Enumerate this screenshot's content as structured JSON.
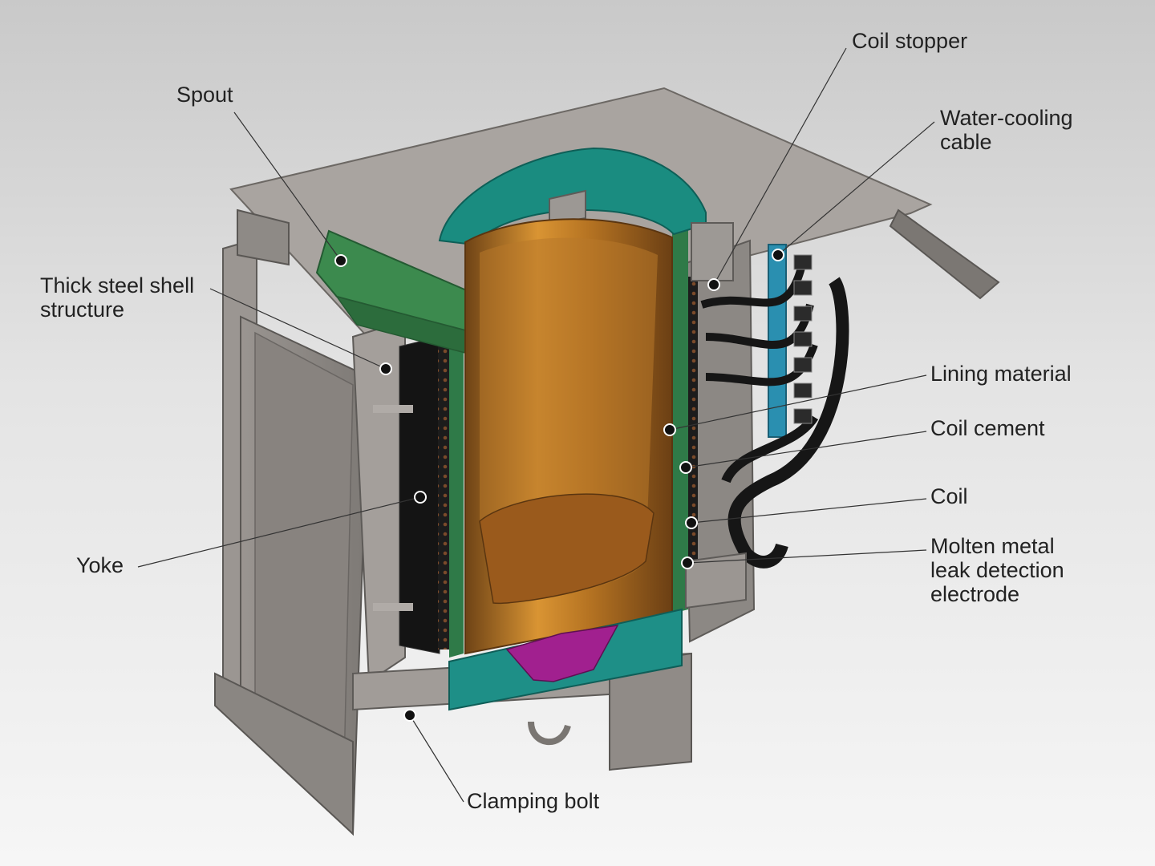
{
  "labels": {
    "spout": "Spout",
    "thick_steel_shell": "Thick steel shell\nstructure",
    "yoke": "Yoke",
    "clamping_bolt": "Clamping bolt",
    "coil_stopper": "Coil stopper",
    "water_cooling_cable": "Water-cooling\ncable",
    "lining_material": "Lining material",
    "coil_cement": "Coil cement",
    "coil": "Coil",
    "leak_detection_electrode": "Molten metal\nleak detection\nelectrode"
  },
  "colors": {
    "steel": "#8f8b87",
    "steel_light": "#b3aeaa",
    "steel_dark": "#5d5a57",
    "green": "#3f8a55",
    "teal": "#1f8a82",
    "lining_orange": "#c07a25",
    "lining_dark": "#7a4a18",
    "coil_black": "#1b1b1b",
    "magenta": "#a1208f",
    "cable_blue": "#2a8fb0",
    "leader_line": "#333333"
  }
}
